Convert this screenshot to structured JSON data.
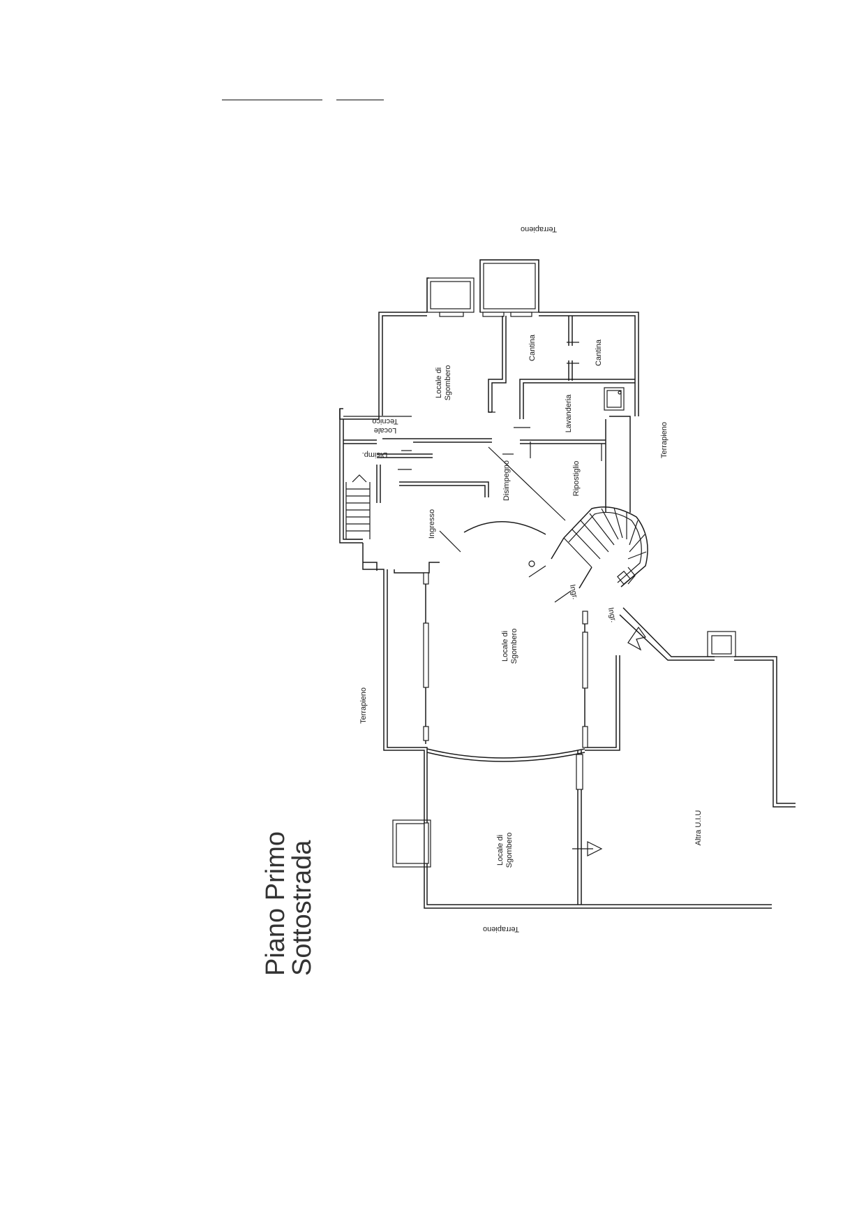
{
  "title": {
    "line1": "Piano Primo",
    "line2": "Sottostrada"
  },
  "surroundings": {
    "top": "Terrapieno",
    "right": "Terrapieno",
    "left": "Terrapieno",
    "bottom": "Terrapieno",
    "neighbor": "Altra U.I.U"
  },
  "rooms": {
    "sgombero_top_1": "Locale di",
    "sgombero_top_2": "Sgombero",
    "cantina_1": "Cantina",
    "cantina_2": "Cantina",
    "lavanderia": "Lavanderia",
    "tecnico_1": "Locale",
    "tecnico_2": "Tecnico",
    "disimp_small": "Disimp.",
    "disimpegno": "Disimpegno",
    "ripostiglio": "Ripostiglio",
    "ingresso": "Ingresso",
    "ingr_1": "Ingr.",
    "ingr_2": "Ingr.",
    "sgombero_mid_1": "Locale di",
    "sgombero_mid_2": "Sgombero",
    "sgombero_bot_1": "Locale di",
    "sgombero_bot_2": "Sgombero"
  }
}
